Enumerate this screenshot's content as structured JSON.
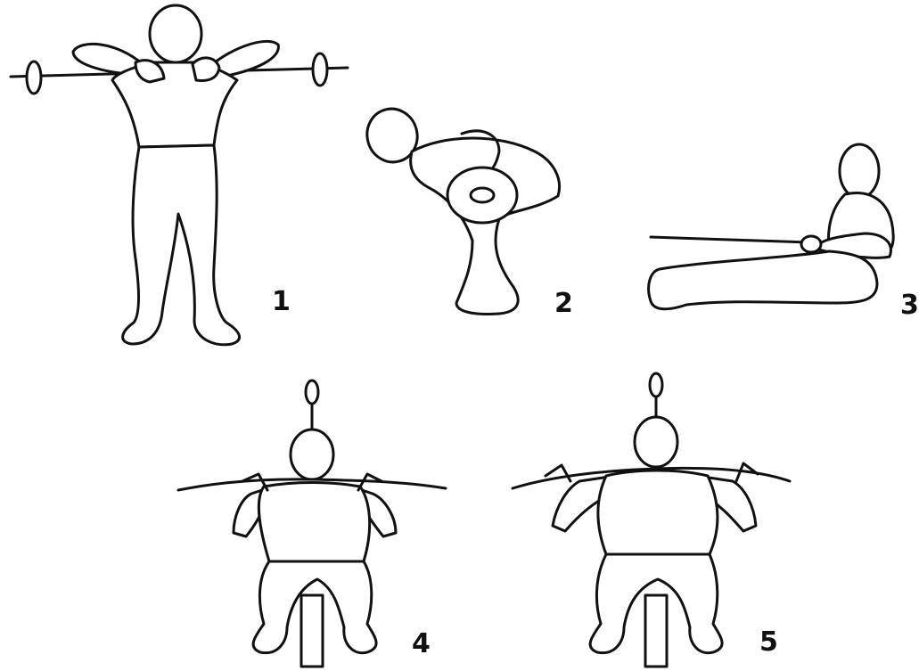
{
  "figures": [
    {
      "id": "1",
      "label": "1",
      "pose": "standing-upright-row-barbell"
    },
    {
      "id": "2",
      "label": "2",
      "pose": "bent-over-row-barbell"
    },
    {
      "id": "3",
      "label": "3",
      "pose": "seated-cable-row"
    },
    {
      "id": "4",
      "label": "4",
      "pose": "seated-lat-pulldown-front"
    },
    {
      "id": "5",
      "label": "5",
      "pose": "seated-lat-pulldown-behind-neck"
    }
  ],
  "colors": {
    "ink": "#111111",
    "paper": "#ffffff"
  }
}
